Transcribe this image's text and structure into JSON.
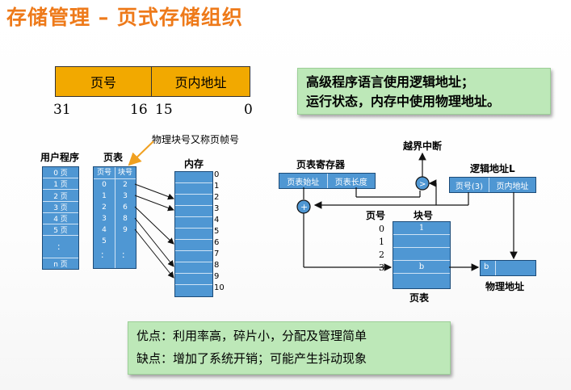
{
  "title": "存储管理 – 页式存储组织",
  "address_format": {
    "page_label": "页号",
    "offset_label": "页内地址",
    "bits": [
      "31",
      "16",
      "15",
      "0"
    ]
  },
  "note_box": {
    "line1": "高级程序语言使用逻辑地址；",
    "line2": "运行状态，内存中使用物理地址。"
  },
  "left_diagram": {
    "annotation": "物理块号又称页帧号",
    "user_program_label": "用户程序",
    "user_program_rows": [
      "0 页",
      "1 页",
      "2 页",
      "3 页",
      "4 页",
      "5 页",
      "：",
      "n 页"
    ],
    "page_table_label": "页表",
    "page_table_headers": [
      "页号",
      "块号"
    ],
    "page_table_rows": [
      [
        "0",
        "2"
      ],
      [
        "1",
        "3"
      ],
      [
        "2",
        "6"
      ],
      [
        "3",
        "8"
      ],
      [
        "4",
        "9"
      ],
      [
        "5",
        ""
      ],
      [
        "：",
        "："
      ]
    ],
    "memory_label": "内存",
    "memory_numbers": [
      "0",
      "1",
      "2",
      "3",
      "4",
      "5",
      "6",
      "7",
      "8",
      "9",
      "10"
    ]
  },
  "right_diagram": {
    "register_label": "页表寄存器",
    "register_fields": [
      "页表始址",
      "页表长度"
    ],
    "interrupt_label": "越界中断",
    "compare_symbol": ">",
    "add_symbol": "+",
    "logical_label": "逻辑地址L",
    "logical_fields": [
      "页号(3)",
      "页内地址"
    ],
    "page_num_label": "页号",
    "block_num_label": "块号",
    "page_numbers": [
      "0",
      "1",
      "2",
      "3"
    ],
    "table_cells": [
      "1",
      "",
      "",
      "b",
      ""
    ],
    "page_table_label": "页表",
    "physical_label": "物理地址",
    "physical_field": "b"
  },
  "pros_cons": {
    "pros": "优点：利用率高，碎片小，分配及管理简单",
    "cons": "缺点：增加了系统开销；可能产生抖动现象"
  },
  "colors": {
    "title": "#ee7a1a",
    "address_bar": "#f2a900",
    "box_blue": "#4f97d3",
    "note_green": "#bde8b8"
  }
}
